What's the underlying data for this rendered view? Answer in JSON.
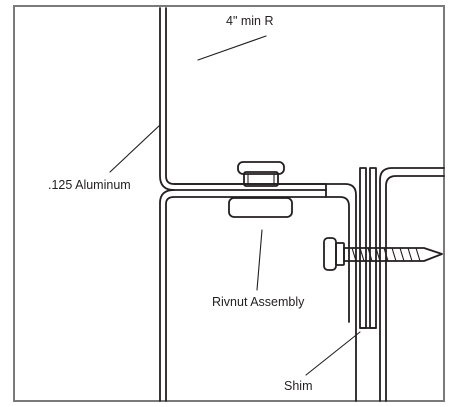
{
  "labels": {
    "radius": "4\" min R",
    "aluminum": ".125 Aluminum",
    "rivnut": "Rivnut Assembly",
    "shim": "Shim"
  },
  "colors": {
    "line": "#231f20",
    "frame": "#7a7a7a",
    "background": "#ffffff"
  }
}
